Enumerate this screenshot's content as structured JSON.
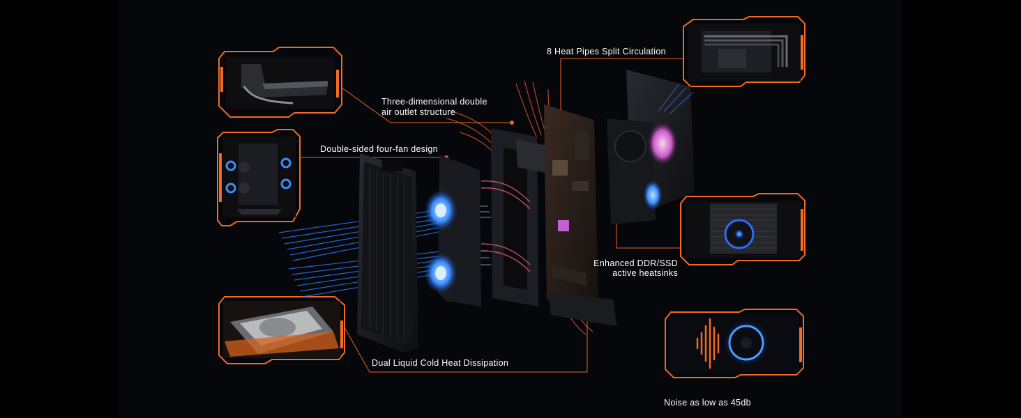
{
  "colors": {
    "accent_orange": "#f26b22",
    "cool_blue": "#2f7dff",
    "background": "#06070a"
  },
  "callouts": {
    "heat_pipes": "8 Heat Pipes Split Circulation",
    "air_outlet_line1": "Three-dimensional double",
    "air_outlet_line2": "air outlet structure",
    "four_fan": "Double-sided four-fan design",
    "ddr_ssd_line1": "Enhanced  DDR/SSD",
    "ddr_ssd_line2": "active heatsinks",
    "liquid_cold": "Dual Liquid Cold Heat Dissipation",
    "noise": "Noise as low as 45db"
  }
}
